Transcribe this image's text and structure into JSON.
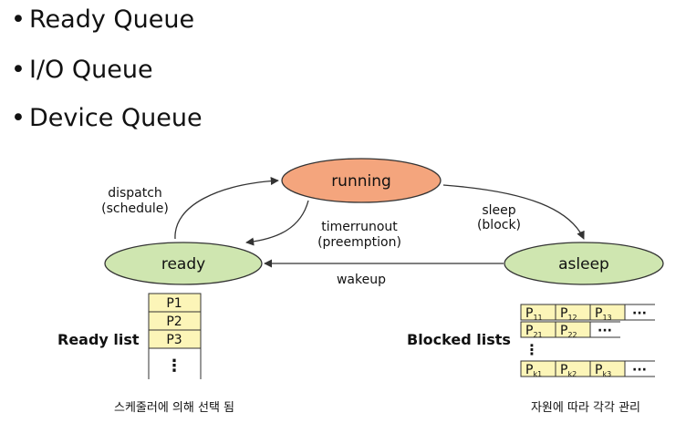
{
  "bullets": [
    "Ready Queue",
    "I/O Queue",
    "Device Queue"
  ],
  "colors": {
    "running_fill": "#f4a57d",
    "state_fill": "#cfe6b0",
    "cell_fill": "#fcf5b8",
    "stroke": "#333333"
  },
  "states": {
    "running": "running",
    "ready": "ready",
    "asleep": "asleep"
  },
  "transitions": {
    "dispatch": [
      "dispatch",
      "(schedule)"
    ],
    "timerrunout": [
      "timerrunout",
      "(preemption)"
    ],
    "sleep": [
      "sleep",
      "(block)"
    ],
    "wakeup": "wakeup"
  },
  "ready_list": {
    "label": "Ready list",
    "items": [
      "P1",
      "P2",
      "P3"
    ],
    "ellipsis": "⋮",
    "caption": "스케줄러에 의해 선택 됨"
  },
  "blocked_lists": {
    "label": "Blocked lists",
    "rows": [
      {
        "cells": [
          [
            "P",
            "11"
          ],
          [
            "P",
            "12"
          ],
          [
            "P",
            "13"
          ]
        ],
        "more": "···"
      },
      {
        "cells": [
          [
            "P",
            "21"
          ],
          [
            "P",
            "22"
          ]
        ],
        "more": "···"
      },
      {
        "cells": [
          [
            "P",
            "k1"
          ],
          [
            "P",
            "k2"
          ],
          [
            "P",
            "k3"
          ]
        ],
        "more": "···"
      }
    ],
    "ellipsis": "⋮",
    "caption": "자원에 따라 각각 관리"
  }
}
